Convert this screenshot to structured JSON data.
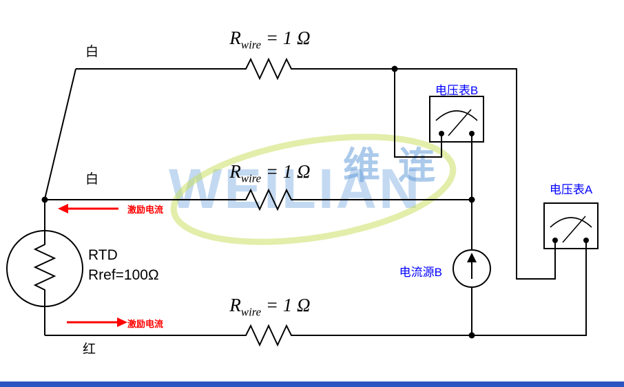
{
  "colors": {
    "line": "#000000",
    "label_blue": "#0000ff",
    "arrow_red": "#ff0000",
    "watermark_blue": "#9cc0e8",
    "watermark_blue_dark": "#5a96d8",
    "watermark_green": "#c6dd55",
    "bottom_bar": "#2b55c0",
    "bg": "#ffffff"
  },
  "labels": {
    "wire_top": "白",
    "wire_middle": "白",
    "wire_bottom": "红",
    "excitation_top": "激励电流",
    "excitation_bottom": "激励电流",
    "rtd_name": "RTD",
    "rtd_value": "Rref=100Ω",
    "voltmeter_b": "电压表B",
    "voltmeter_a": "电压表A",
    "current_source_b": "电流源B"
  },
  "resistor_label": {
    "symbol": "R",
    "subscript": "wire",
    "value": " = 1 Ω"
  },
  "watermark": {
    "cn": "维连",
    "en": "WEILIAN"
  }
}
